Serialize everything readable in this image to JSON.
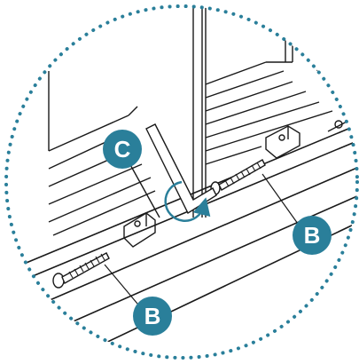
{
  "callouts": [
    {
      "id": "C",
      "label": "C"
    },
    {
      "id": "B1",
      "label": "B"
    },
    {
      "id": "B2",
      "label": "B"
    }
  ],
  "colors": {
    "callout_fill": "#2a7f9a",
    "detail_circle": "#2a7f9a",
    "rotation_arrow": "#2a7f9a",
    "line_art": "#1a1a1a"
  },
  "icons": {
    "tool": "hex-key-icon",
    "fastener": "bolt-icon",
    "rotation": "rotate-clockwise-icon"
  }
}
